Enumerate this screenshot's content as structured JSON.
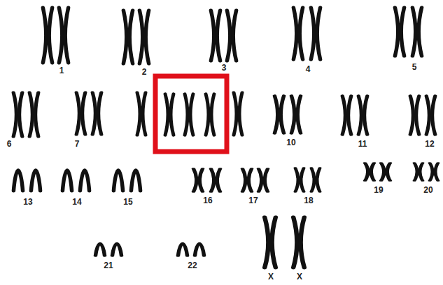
{
  "diagram": {
    "labels": [
      "1",
      "2",
      "3",
      "4",
      "5",
      "6",
      "7",
      "10",
      "11",
      "12",
      "13",
      "14",
      "15",
      "16",
      "17",
      "18",
      "19",
      "20",
      "21",
      "22",
      "X",
      "X"
    ]
  }
}
